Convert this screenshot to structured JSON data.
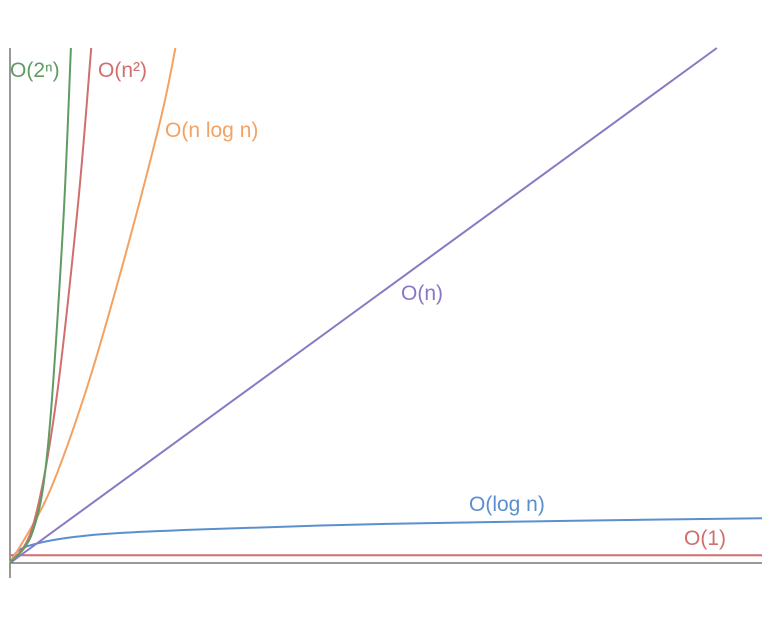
{
  "chart_data": {
    "type": "line",
    "title": "",
    "xlabel": "",
    "ylabel": "",
    "xlim": [
      0,
      100
    ],
    "ylim": [
      0,
      100
    ],
    "grid": false,
    "legend": "inline labels",
    "series": [
      {
        "name": "O(1)",
        "color": "#d16e6e",
        "formula": "constant",
        "x": [
          0,
          100
        ],
        "y": [
          1.5,
          1.5
        ]
      },
      {
        "name": "O(log n)",
        "color": "#5a8fd0",
        "formula": "log",
        "x": [
          0,
          2,
          10,
          25,
          50,
          75,
          100
        ],
        "y": [
          0,
          3.1,
          5.3,
          6.5,
          7.6,
          8.2,
          8.7
        ]
      },
      {
        "name": "O(n)",
        "color": "#8b78c4",
        "formula": "linear",
        "x": [
          0,
          50,
          94
        ],
        "y": [
          0,
          53.2,
          100
        ]
      },
      {
        "name": "O(n log n)",
        "color": "#f3a262",
        "formula": "nlogn",
        "x": [
          0,
          5,
          10,
          15,
          20,
          22
        ],
        "y": [
          0,
          13,
          33,
          58,
          86,
          100
        ]
      },
      {
        "name": "O(n²)",
        "color": "#d16e6e",
        "formula": "quadratic",
        "x": [
          0,
          3,
          6,
          9,
          10.8
        ],
        "y": [
          0,
          7,
          30,
          69,
          100
        ]
      },
      {
        "name": "O(2ⁿ)",
        "color": "#5e9c62",
        "formula": "exponential",
        "x": [
          0,
          3,
          5,
          7,
          8.1
        ],
        "y": [
          0,
          6,
          22,
          64,
          100
        ]
      }
    ]
  }
}
